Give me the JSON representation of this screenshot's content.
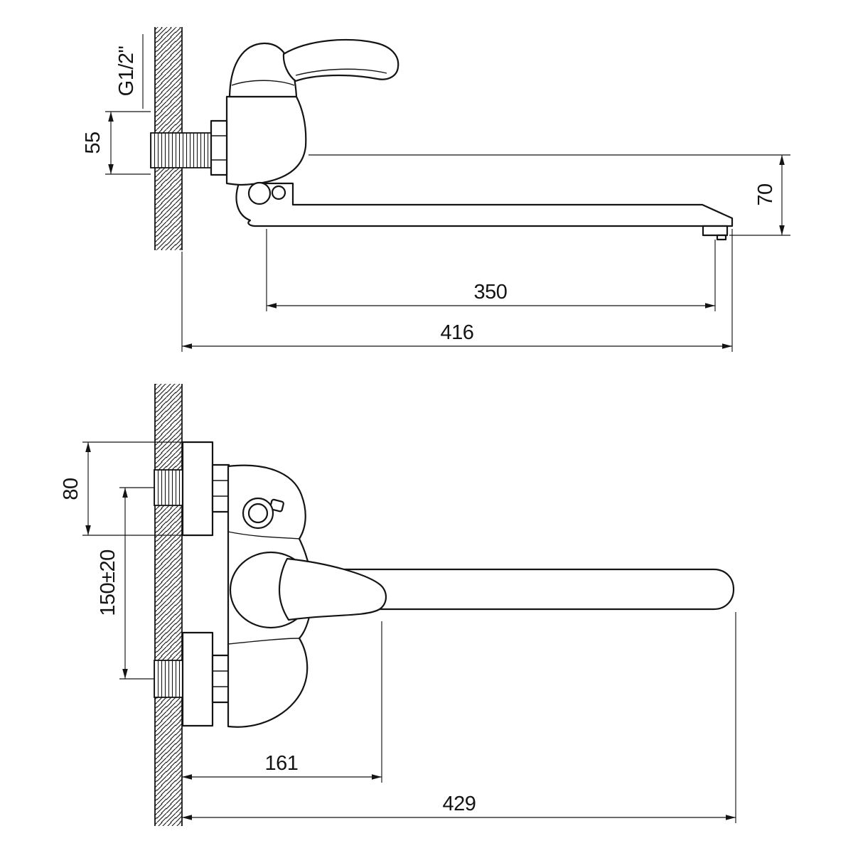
{
  "drawing": {
    "background": "#ffffff",
    "line_color": "#141414",
    "subject": "wall-mounted bath mixer with long swivel spout, two orthographic views with dimensions"
  },
  "side_view": {
    "thread_label": "G1/2\"",
    "dims": {
      "connection_height": "55",
      "spout_drop": "70",
      "spout_reach": "350",
      "overall_reach": "416"
    }
  },
  "plan_view": {
    "dims": {
      "flange_width": "80",
      "supply_centers": "150±20",
      "handle_reach": "161",
      "overall_reach": "429"
    }
  }
}
